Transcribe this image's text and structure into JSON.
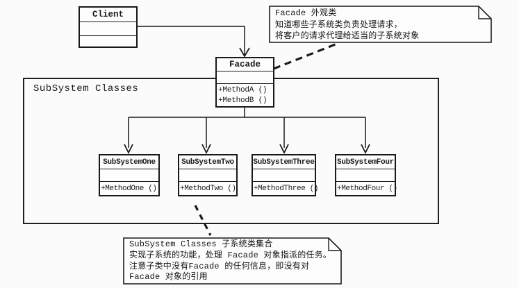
{
  "colors": {
    "line": "#1a1a1a",
    "paper": "#fbfbfb",
    "box_fill": "#fdfdfd"
  },
  "client": {
    "name": "Client"
  },
  "facade": {
    "name": "Facade",
    "methods": [
      "+MethodA ()",
      "+MethodB ()"
    ]
  },
  "container": {
    "label": "SubSystem Classes"
  },
  "subsystems": [
    {
      "name": "SubSystemOne",
      "method": "+MethodOne ()"
    },
    {
      "name": "SubSystemTwo",
      "method": "+MethodTwo ()"
    },
    {
      "name": "SubSystemThree",
      "method": "+MethodThree ()"
    },
    {
      "name": "SubSystemFour",
      "method": "+MethodFour ()"
    }
  ],
  "notes": {
    "facade_note": {
      "lines": [
        "Facade 外观类",
        "知道哪些子系统类负责处理请求，",
        "将客户的请求代理给适当的子系统对象"
      ]
    },
    "subsystem_note": {
      "lines": [
        "SubSystem Classes  子系统类集合",
        "实现子系统的功能，处理 Facade 对象指派的任务。",
        "注意子类中没有Facade 的任何信息，即没有对",
        "Facade 对象的引用"
      ]
    }
  }
}
